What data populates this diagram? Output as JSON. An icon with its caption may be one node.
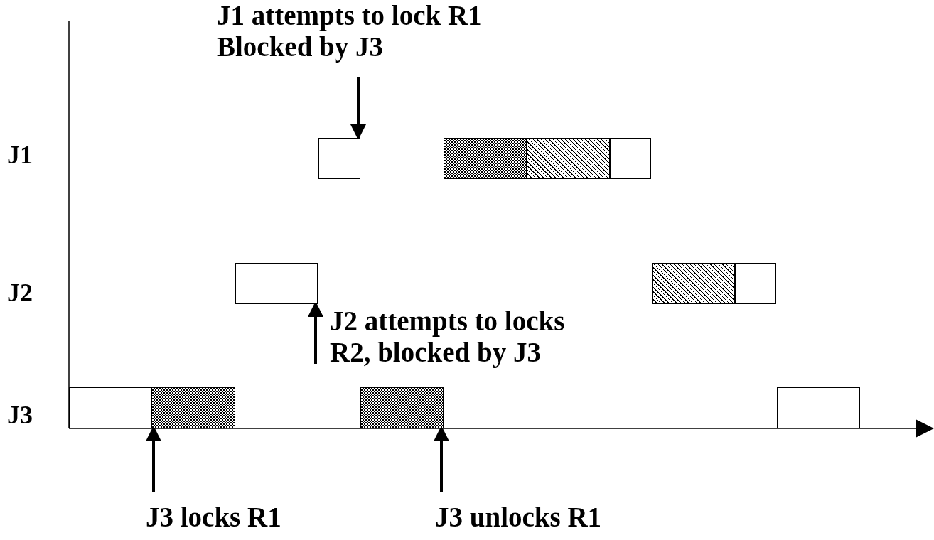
{
  "diagram": {
    "nodes": [
      {
        "text": [
          "J1 attempts to lock R1 Blocked by J3"
        ]
      },
      {
        "text": [],
        "shape": "box"
      },
      {
        "text": [],
        "shape": "box"
      },
      {
        "text": [],
        "shape": "box"
      },
      {
        "text": [],
        "shape": "box"
      },
      {
        "text": [],
        "shape": "box"
      },
      {
        "text": [],
        "shape": "box"
      },
      {
        "text": [],
        "shape": "box"
      },
      {
        "text": [
          "J2 attempts to locks R2, blocked by J3"
        ]
      },
      {
        "text": [],
        "shape": "box"
      },
      {
        "text": [],
        "shape": "box"
      },
      {
        "text": [],
        "shape": "box"
      },
      {
        "text": [],
        "shape": "box"
      },
      {
        "text": [
          "J3 locks R1"
        ]
      },
      {
        "text": [
          "J3 unlocks R1"
        ]
      }
    ],
    "edges": [
      {
        "from": 0,
        "to": 1,
        "arrow": "to"
      },
      {
        "from": 8,
        "to": 5,
        "arrow": "to"
      },
      {
        "from": 13,
        "to": 10,
        "arrow": "to"
      },
      {
        "from": 14,
        "to": 11,
        "arrow": "to"
      }
    ],
    "labels": [
      "J1",
      "J2",
      "J3"
    ]
  }
}
